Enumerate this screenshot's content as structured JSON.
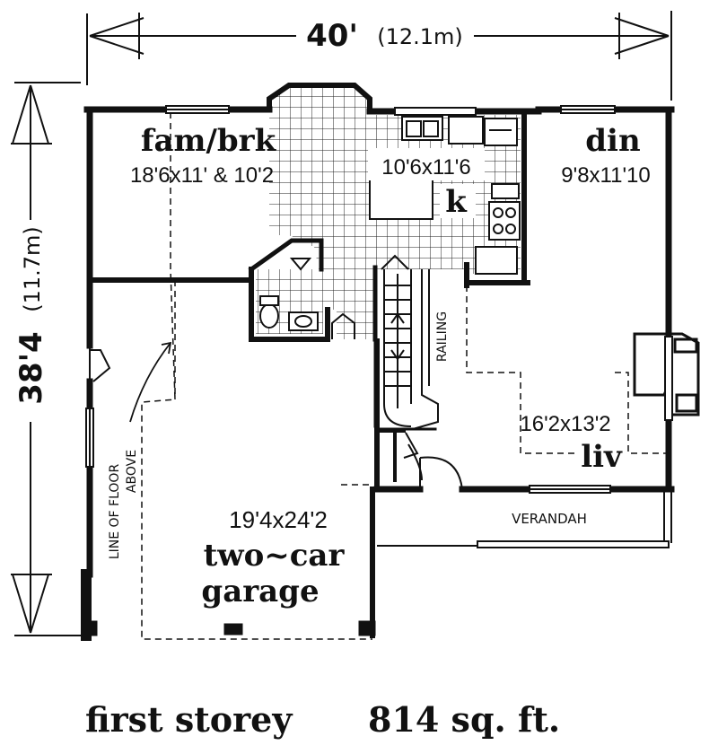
{
  "dimensions": {
    "width_main": "40'",
    "width_metric": "(12.1m)",
    "depth_main": "38'4",
    "depth_metric": "(11.7m)"
  },
  "rooms": {
    "fam_brk": {
      "name": "fam/brk",
      "size": "18'6x11' & 10'2"
    },
    "kitchen": {
      "name": "k",
      "size": "10'6x11'6"
    },
    "dining": {
      "name": "din",
      "size": "9'8x11'10"
    },
    "living": {
      "name": "liv",
      "size": "16'2x13'2"
    },
    "garage": {
      "name_line1": "two~car",
      "name_line2": "garage",
      "size": "19'4x24'2"
    }
  },
  "annotations": {
    "railing": "RAILING",
    "floor_above_line1": "LINE OF FLOOR",
    "floor_above_line2": "ABOVE",
    "verandah": "VERANDAH"
  },
  "caption": {
    "label": "first storey",
    "area": "814 sq. ft."
  }
}
